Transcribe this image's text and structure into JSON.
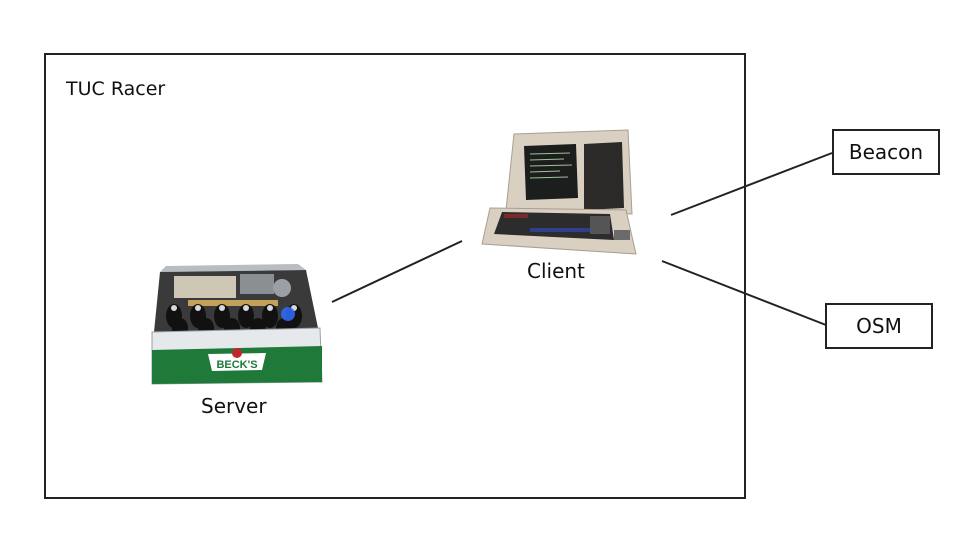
{
  "diagram": {
    "container": {
      "title": "TUC Racer"
    },
    "nodes": {
      "server": {
        "label": "Server",
        "image": "beer-crate-server",
        "crate_brand": "BECK'S"
      },
      "client": {
        "label": "Client",
        "image": "retro-computer-terminal"
      },
      "beacon": {
        "label": "Beacon"
      },
      "osm": {
        "label": "OSM"
      }
    },
    "edges": [
      {
        "from": "server",
        "to": "client"
      },
      {
        "from": "client",
        "to": "beacon"
      },
      {
        "from": "client",
        "to": "osm"
      }
    ],
    "colors": {
      "line": "#222222",
      "crate_green": "#1f7a3a",
      "terminal_beige": "#d9d0c2"
    }
  }
}
